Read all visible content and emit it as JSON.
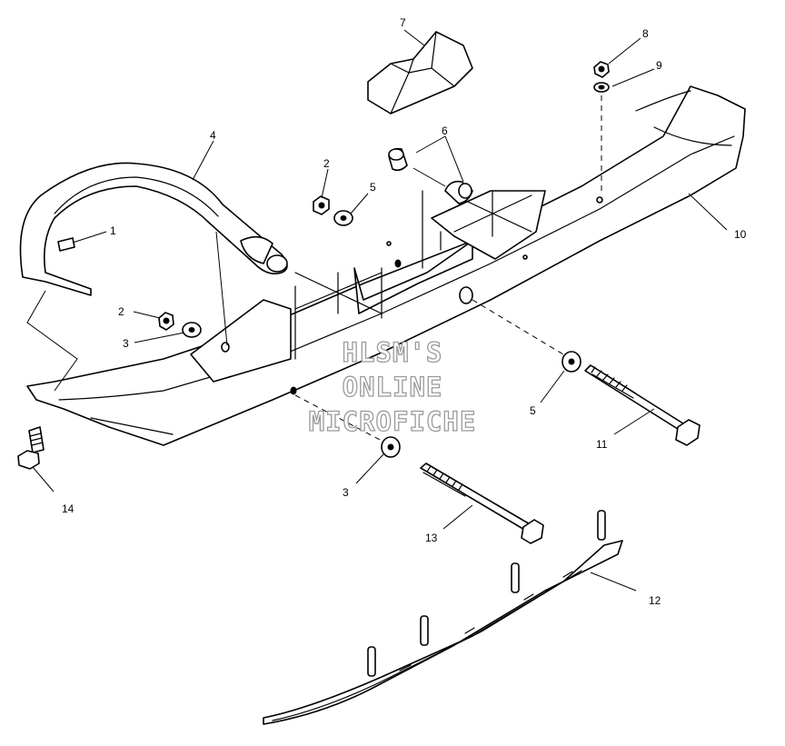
{
  "watermark": {
    "line1": "HLSM'S",
    "line2": "ONLINE",
    "line3": "MICROFICHE"
  },
  "callouts": {
    "c1": "1",
    "c2a": "2",
    "c2b": "2",
    "c3a": "3",
    "c3b": "3",
    "c4": "4",
    "c5a": "5",
    "c5b": "5",
    "c6": "6",
    "c7": "7",
    "c8": "8",
    "c9": "9",
    "c10": "10",
    "c11": "11",
    "c12": "12",
    "c13": "13",
    "c14": "14"
  }
}
